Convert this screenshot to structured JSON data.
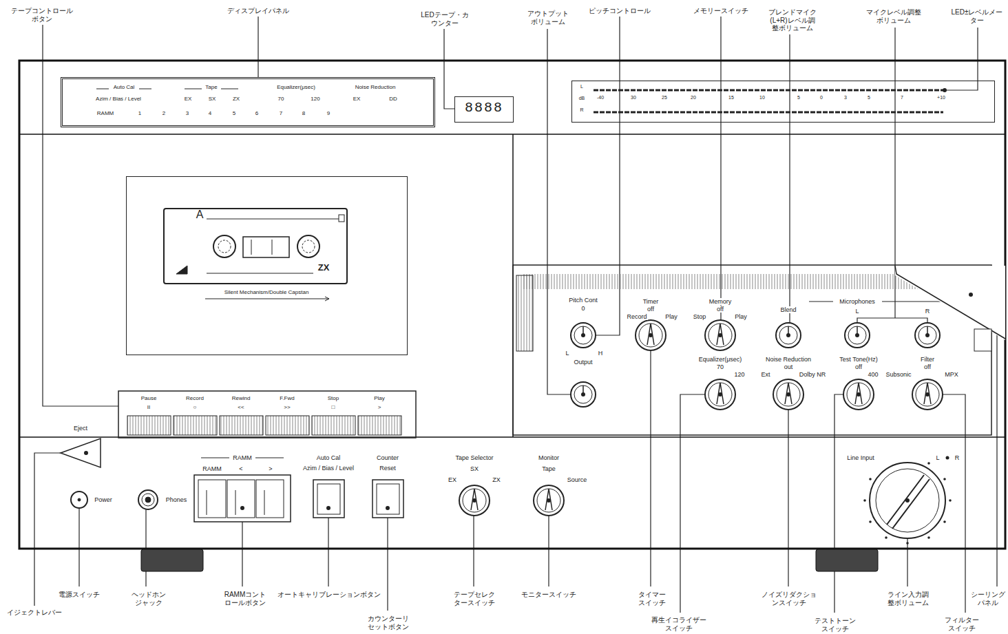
{
  "diagram": {
    "nodes": [
      {
        "text": [
          "Auto Cal",
          "Azim / Bias / Level",
          "RAMM",
          "1",
          "2",
          "3",
          "4",
          "5",
          "6",
          "7",
          "8",
          "9",
          "Tape",
          "EX",
          "SX",
          "ZX",
          "Equalizer(μsec)",
          "70",
          "120",
          "Noise Reduction",
          "EX",
          "DD"
        ]
      },
      {
        "text": [
          "8888"
        ]
      },
      {
        "text": [
          "L",
          "dB",
          "R",
          "-40",
          "30",
          "25",
          "20",
          "15",
          "10",
          "5",
          "0",
          "3",
          "5",
          "7",
          "+10"
        ]
      },
      {
        "text": [
          "Silent Mechanism/Double Capstan"
        ]
      },
      {
        "text": [
          "A",
          "ZX"
        ],
        "in": 3
      },
      {
        "text": [
          "Pause",
          "II"
        ]
      },
      {
        "text": [
          "Record",
          "○"
        ]
      },
      {
        "text": [
          "Rewind",
          "<<"
        ]
      },
      {
        "text": [
          "F.Fwd",
          ">>"
        ]
      },
      {
        "text": [
          "Stop",
          "□"
        ]
      },
      {
        "text": [
          "Play",
          ">"
        ]
      }
    ],
    "labels": [
      "テープコントロールボタン",
      "ディスプレイパネル",
      "LEDテープ・カウンター",
      "アウトプットボリューム",
      "ピッチコントロール",
      "メモリースイッチ",
      "ブレンドマイク(L+R)レベル調整ボリューム",
      "マイクレベル調整ボリューム",
      "LED±レベルメーター",
      "イジェクトレバー",
      "電源スイッチ",
      "ヘッドホンジャック",
      "RAMMコントロールボタン",
      "オートキャリブレーションボタン",
      "カウンターリセットボタン",
      "テープセレクタースイッチ",
      "モニタースイッチ",
      "タイマースイッチ",
      "再生イコライザースイッチ",
      "ノイズリダクションスイッチ",
      "テストトーンスイッチ",
      "ライン入力調整ボリューム",
      "シーリングパネル",
      "フィルタースイッチ",
      "Pitch Cont",
      "0",
      "L",
      "H",
      "Output",
      "Timer",
      "off",
      "Record",
      "Play",
      "Memory",
      "off",
      "Stop",
      "Play",
      "Blend",
      "Microphones",
      "L",
      "R",
      "Equalizer(μsec)",
      "70",
      "120",
      "Noise Reduction",
      "out",
      "Ext",
      "Dolby NR",
      "Test Tone(Hz)",
      "off",
      "400",
      "Subsonic",
      "Filter",
      "off",
      "MPX",
      "Eject",
      "Power",
      "Phones",
      "RAMM",
      "RAMM",
      "<",
      ">",
      "Auto Cal",
      "Azim / Bias / Level",
      "Counter",
      "Reset",
      "Tape Selector",
      "SX",
      "EX",
      "ZX",
      "Monitor",
      "Tape",
      "Source",
      "Line Input",
      "L",
      "R"
    ]
  }
}
